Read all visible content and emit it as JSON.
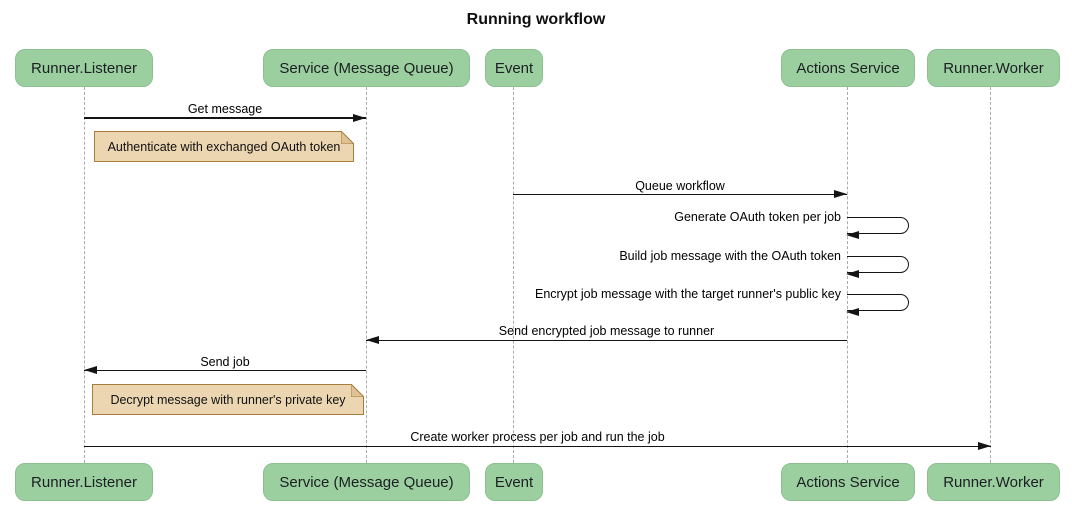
{
  "title": "Running workflow",
  "diagram": {
    "type": "sequence-diagram",
    "actors": [
      {
        "id": "runner-listener",
        "label": "Runner.Listener"
      },
      {
        "id": "service-mq",
        "label": "Service (Message Queue)"
      },
      {
        "id": "event",
        "label": "Event"
      },
      {
        "id": "actions-service",
        "label": "Actions Service"
      },
      {
        "id": "runner-worker",
        "label": "Runner.Worker"
      }
    ],
    "messages": [
      {
        "type": "arrow",
        "from": "runner-listener",
        "to": "service-mq",
        "label": "Get message"
      },
      {
        "type": "note",
        "over": "runner-listener",
        "label": "Authenticate with exchanged OAuth token"
      },
      {
        "type": "arrow",
        "from": "event",
        "to": "actions-service",
        "label": "Queue workflow"
      },
      {
        "type": "self",
        "actor": "actions-service",
        "label": "Generate OAuth token per job"
      },
      {
        "type": "self",
        "actor": "actions-service",
        "label": "Build job message with the OAuth token"
      },
      {
        "type": "self",
        "actor": "actions-service",
        "label": "Encrypt job message with the target runner's public key"
      },
      {
        "type": "arrow",
        "from": "actions-service",
        "to": "service-mq",
        "label": "Send encrypted job message to runner"
      },
      {
        "type": "arrow",
        "from": "service-mq",
        "to": "runner-listener",
        "label": "Send job"
      },
      {
        "type": "note",
        "over": "runner-listener",
        "label": "Decrypt message with runner's private key"
      },
      {
        "type": "arrow",
        "from": "runner-listener",
        "to": "runner-worker",
        "label": "Create worker process per job and run the job"
      }
    ],
    "colors": {
      "actor_fill": "#9bcf9f",
      "actor_border": "#8ac18f",
      "note_fill": "#ecd6b2",
      "note_border": "#a77d3e",
      "lifeline": "#ababab",
      "line": "#141414",
      "background": "#ffffff"
    }
  }
}
